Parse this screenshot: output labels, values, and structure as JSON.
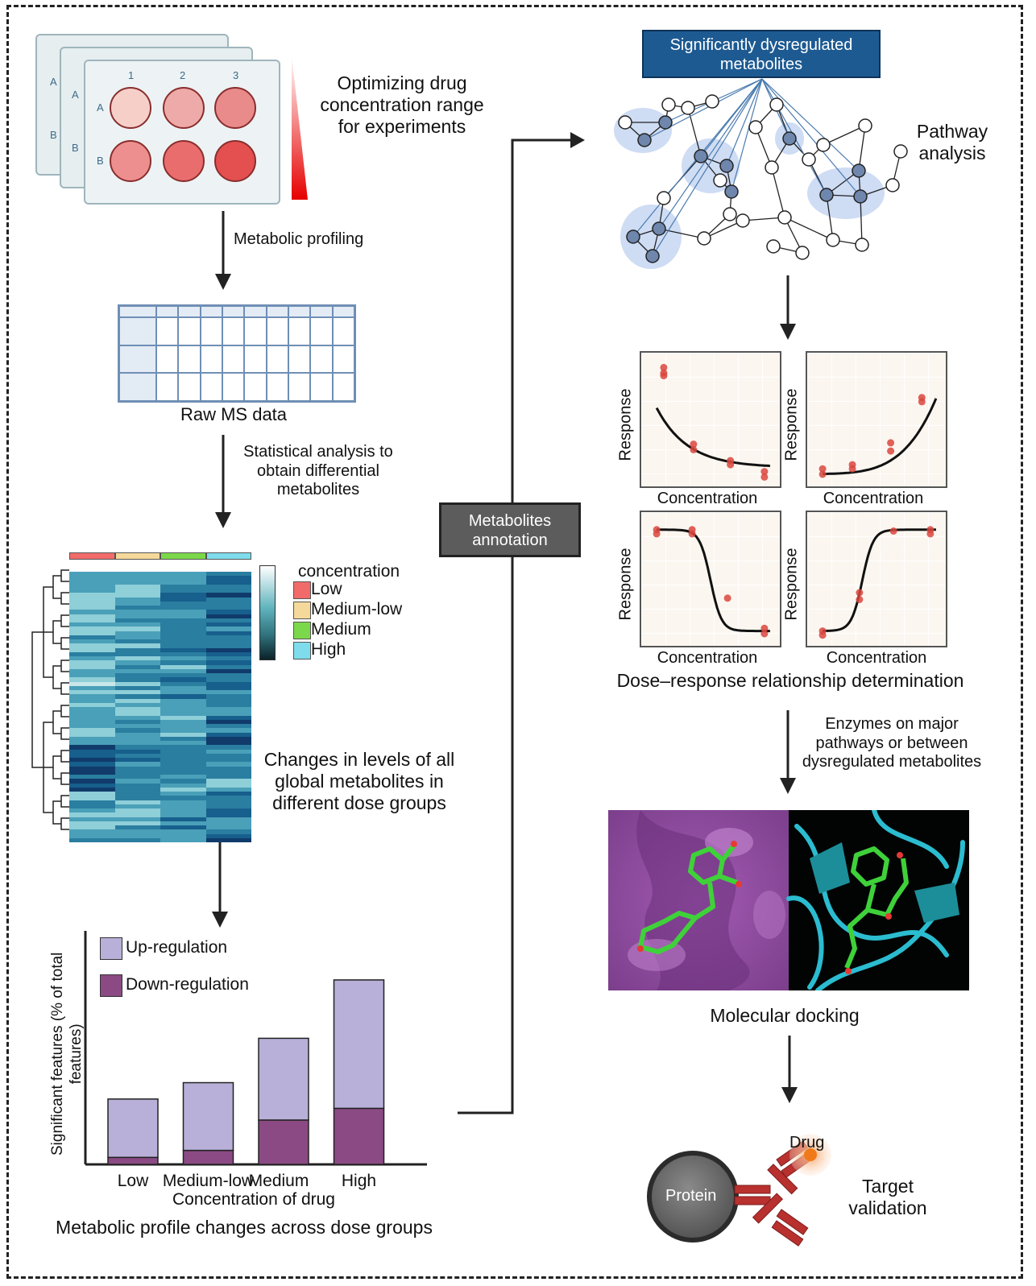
{
  "plate": {
    "title": "Optimizing drug concentration range for experiments",
    "col_labels": [
      "1",
      "2",
      "3"
    ],
    "row_labels": [
      "A",
      "B"
    ],
    "well_colors": [
      "#f6cfc9",
      "#eeaaa8",
      "#e98b8b",
      "#ee8f8f",
      "#ea6d6d",
      "#e44f4f"
    ],
    "gradient_color": "#e60000"
  },
  "step_metabolic_profiling": "Metabolic profiling",
  "raw_ms_label": "Raw MS data",
  "step_statistical": "Statistical analysis to obtain differential metabolites",
  "heatmap": {
    "legend_title": "concentration",
    "legend_items": [
      {
        "label": "Low",
        "color": "#f26b6b"
      },
      {
        "label": "Medium-low",
        "color": "#f5d99a"
      },
      {
        "label": "Medium",
        "color": "#7cd84b"
      },
      {
        "label": "High",
        "color": "#7fdcec"
      }
    ],
    "palette": [
      "#c9e6ea",
      "#8fcfd8",
      "#4aa0b8",
      "#2a7ea0",
      "#175f8c",
      "#103b6b"
    ],
    "caption": "Changes in levels of all global metabolites in different dose groups"
  },
  "chart_data": {
    "type": "bar",
    "stacked": true,
    "categories": [
      "Low",
      "Medium-low",
      "Medium",
      "High"
    ],
    "series": [
      {
        "name": "Down-regulation",
        "color": "#8b4a84",
        "values": [
          3,
          6,
          19,
          24
        ]
      },
      {
        "name": "Up-regulation",
        "color": "#b8b0d8",
        "values": [
          25,
          29,
          35,
          55
        ]
      }
    ],
    "ylim": [
      0,
      100
    ],
    "xlabel": "Concentration of drug",
    "ylabel": "Significant features (% of total features)",
    "legend_position": "top-left",
    "grid": false
  },
  "bar_caption": "Metabolic profile changes across dose groups",
  "annotation_box": "Metabolites annotation",
  "network": {
    "title": "Significantly dysregulated metabolites",
    "caption": "Pathway analysis",
    "node_fill": "#6f86ad",
    "cluster_fill": "#c5d6f2"
  },
  "dose_response": {
    "x_label": "Concentration",
    "y_label": "Response",
    "caption": "Dose–response relationship determination",
    "point_color": "#d9463e"
  },
  "step_enzymes": "Enzymes on major pathways or between dysregulated metabolites",
  "docking_caption": "Molecular docking",
  "target": {
    "protein_label": "Protein",
    "drug_label": "Drug",
    "caption": "Target validation"
  }
}
